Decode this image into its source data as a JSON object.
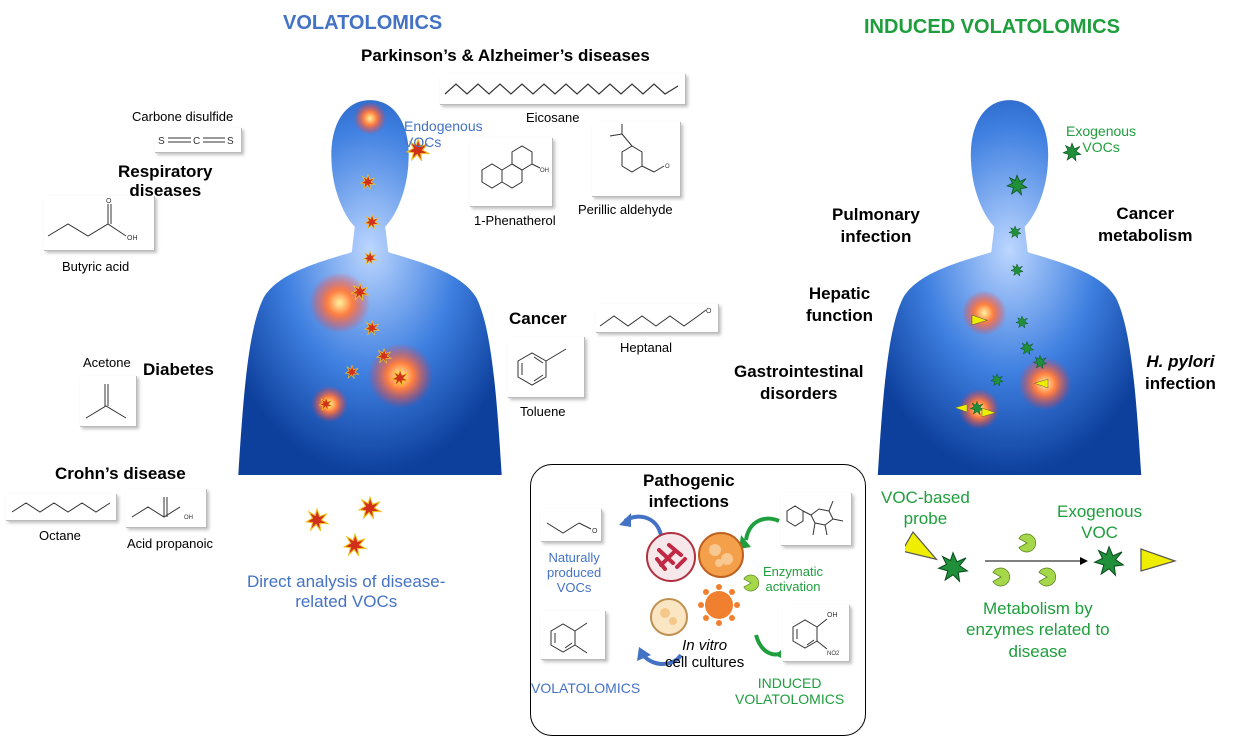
{
  "left": {
    "title": "VOLATOLOMICS",
    "endogenous": "Endogenous\nVOCs",
    "caption": "Direct analysis of disease-\nrelated VOCs",
    "diseases": {
      "neuro": "Parkinson’s & Alzheimer’s diseases",
      "respiratory": "Respiratory\ndiseases",
      "cancer": "Cancer",
      "diabetes": "Diabetes",
      "crohn": "Crohn’s disease"
    },
    "molecules": {
      "eicosane": "Eicosane",
      "phenatherol": "1-Phenatherol",
      "perillic": "Perillic aldehyde",
      "carbone": "Carbone disulfide",
      "butyric": "Butyric acid",
      "heptanal": "Heptanal",
      "toluene": "Toluene",
      "acetone": "Acetone",
      "octane": "Octane",
      "propanoic": "Acid propanoic"
    },
    "atoms": {
      "s": "S",
      "c": "C",
      "o": "O",
      "oh": "OH"
    }
  },
  "right": {
    "title": "INDUCED VOLATOLOMICS",
    "exogenous": "Exogenous\nVOCs",
    "diseases": {
      "pulmonary": "Pulmonary\ninfection",
      "cancer_metab": "Cancer\nmetabolism",
      "hepatic": "Hepatic\nfunction",
      "gastro": "Gastrointestinal\ndisorders",
      "hpylori_italic": "H. pylori",
      "hpylori_rest": "infection"
    },
    "probe": "VOC-based\nprobe",
    "exogenous_voc": "Exogenous\nVOC",
    "metabolism": "Metabolism by\nenzymes related to\ndisease"
  },
  "panel": {
    "title": "Pathogenic\ninfections",
    "natural": "Naturally\nproduced\nVOCs",
    "enzymatic": "Enzymatic\nactivation",
    "invitro_italic": "In vitro",
    "invitro_rest": "cell cultures",
    "volatolomics": "VOLATOLOMICS",
    "induced": "INDUCED\nVOLATOLOMICS",
    "atoms": {
      "o": "O",
      "oh": "OH",
      "no2": "NO2"
    }
  },
  "colors": {
    "blue": "#4472C4",
    "green": "#1E9E3C",
    "body": "#1f58b8"
  }
}
